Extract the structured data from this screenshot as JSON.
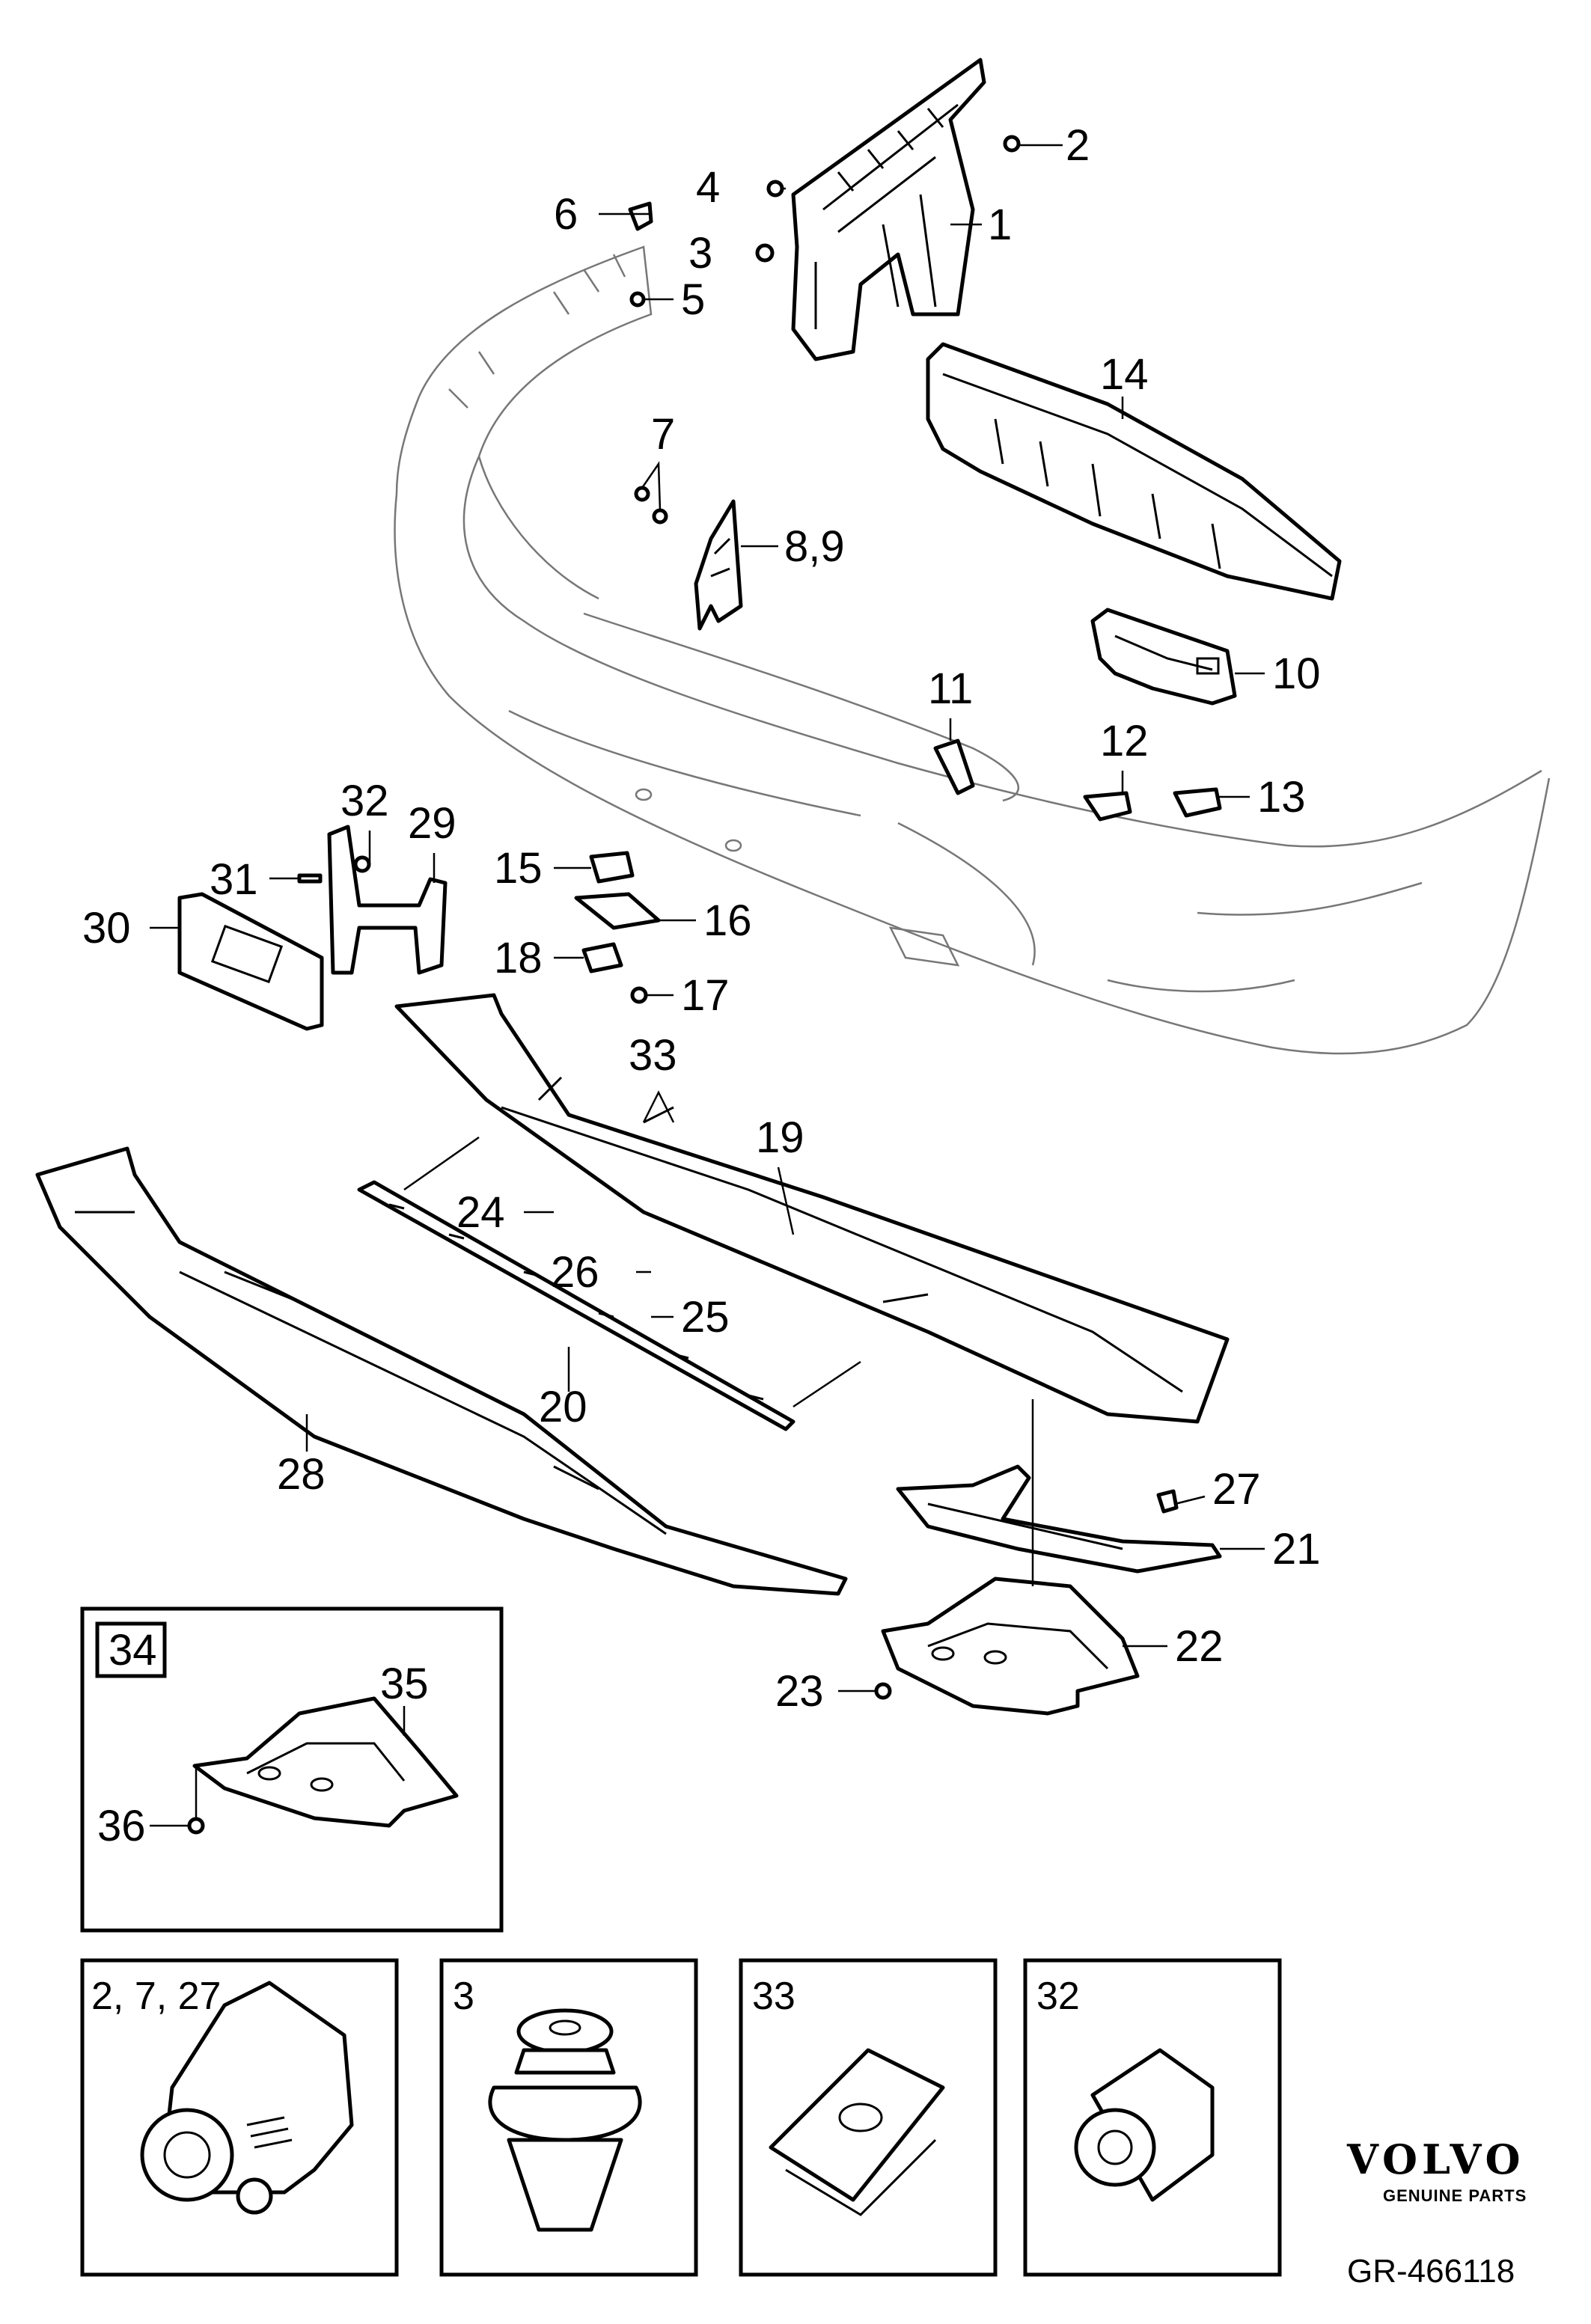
{
  "callouts": {
    "c1": "1",
    "c2": "2",
    "c3": "3",
    "c4": "4",
    "c5": "5",
    "c6": "6",
    "c7": "7",
    "c89": "8,9",
    "c10": "10",
    "c11": "11",
    "c12": "12",
    "c13": "13",
    "c14": "14",
    "c15": "15",
    "c16": "16",
    "c17": "17",
    "c18": "18",
    "c19": "19",
    "c20": "20",
    "c21": "21",
    "c22": "22",
    "c23": "23",
    "c24": "24",
    "c25": "25",
    "c26": "26",
    "c27": "27",
    "c28": "28",
    "c29": "29",
    "c30": "30",
    "c31": "31",
    "c32": "32",
    "c33": "33",
    "c35": "35",
    "c36": "36"
  },
  "inset_box": {
    "label": "34"
  },
  "detail_boxes": [
    {
      "label": "2, 7, 27"
    },
    {
      "label": "3"
    },
    {
      "label": "33"
    },
    {
      "label": "32"
    }
  ],
  "brand": {
    "name": "VOLVO",
    "tagline": "GENUINE PARTS"
  },
  "reference": "GR-466118"
}
